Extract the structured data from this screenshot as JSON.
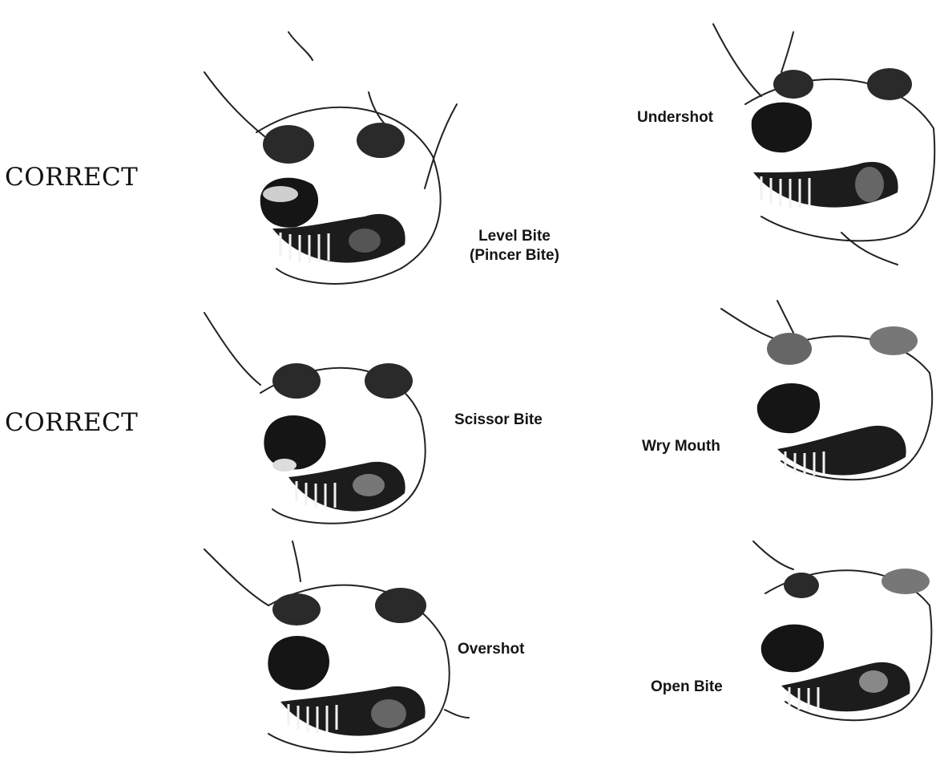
{
  "correct_labels": [
    "CORRECT",
    "CORRECT"
  ],
  "bites": {
    "level": {
      "line1": "Level Bite",
      "line2": "(Pincer Bite)"
    },
    "scissor": "Scissor Bite",
    "overshot": "Overshot",
    "undershot": "Undershot",
    "wry": "Wry Mouth",
    "open": "Open Bite"
  }
}
